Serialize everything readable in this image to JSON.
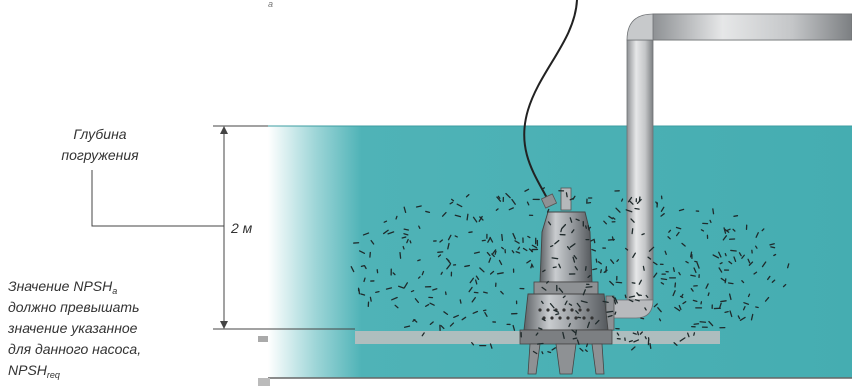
{
  "labels": {
    "depth_line1": "Глубина",
    "depth_line2": "погружения",
    "depth_value": "2 м",
    "npsh_line1_prefix": "Значение NPSH",
    "npsh_line1_sub": "a",
    "npsh_line2": "должно превышать",
    "npsh_line3": "значение указанное",
    "npsh_line4": "для данного насоса,",
    "npsh_line5_prefix": "NPSH",
    "npsh_line5_sub": "req",
    "top_fragment": "a"
  },
  "colors": {
    "water": "#4fb3b7",
    "water_light": "#9fd6d8",
    "pipe": "#c4c6c8",
    "pipe_dark": "#8e9194",
    "pump": "#9a9ea2",
    "floor": "#bdbdbd",
    "line": "#444444"
  }
}
